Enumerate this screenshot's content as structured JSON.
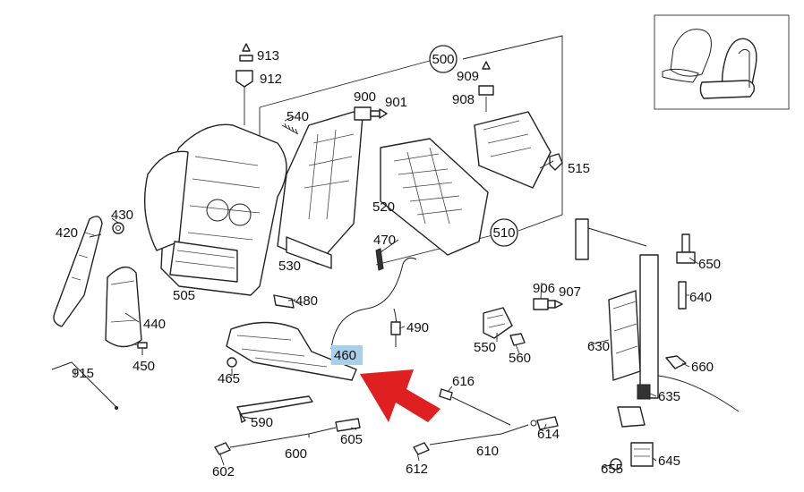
{
  "diagram": {
    "title": "Seat backrest exploded parts diagram",
    "highlight_color": "#a9d0e8",
    "arrow_color": "#e02020",
    "group_labels": {
      "g500": "500",
      "g510": "510"
    },
    "labels": {
      "p913": "913",
      "p912": "912",
      "p540": "540",
      "p900": "900",
      "p901": "901",
      "p909": "909",
      "p908": "908",
      "p515": "515",
      "p520": "520",
      "p420": "420",
      "p430": "430",
      "p505": "505",
      "p530": "530",
      "p470": "470",
      "p480": "480",
      "p440": "440",
      "p450": "450",
      "p490": "490",
      "p460": "460",
      "p465": "465",
      "p915": "915",
      "p906": "906",
      "p907": "907",
      "p550": "550",
      "p560": "560",
      "p650": "650",
      "p640": "640",
      "p630": "630",
      "p660": "660",
      "p616": "616",
      "p635": "635",
      "p590": "590",
      "p605": "605",
      "p614": "614",
      "p600": "600",
      "p610": "610",
      "p602": "602",
      "p612": "612",
      "p655": "655",
      "p645": "645"
    }
  }
}
